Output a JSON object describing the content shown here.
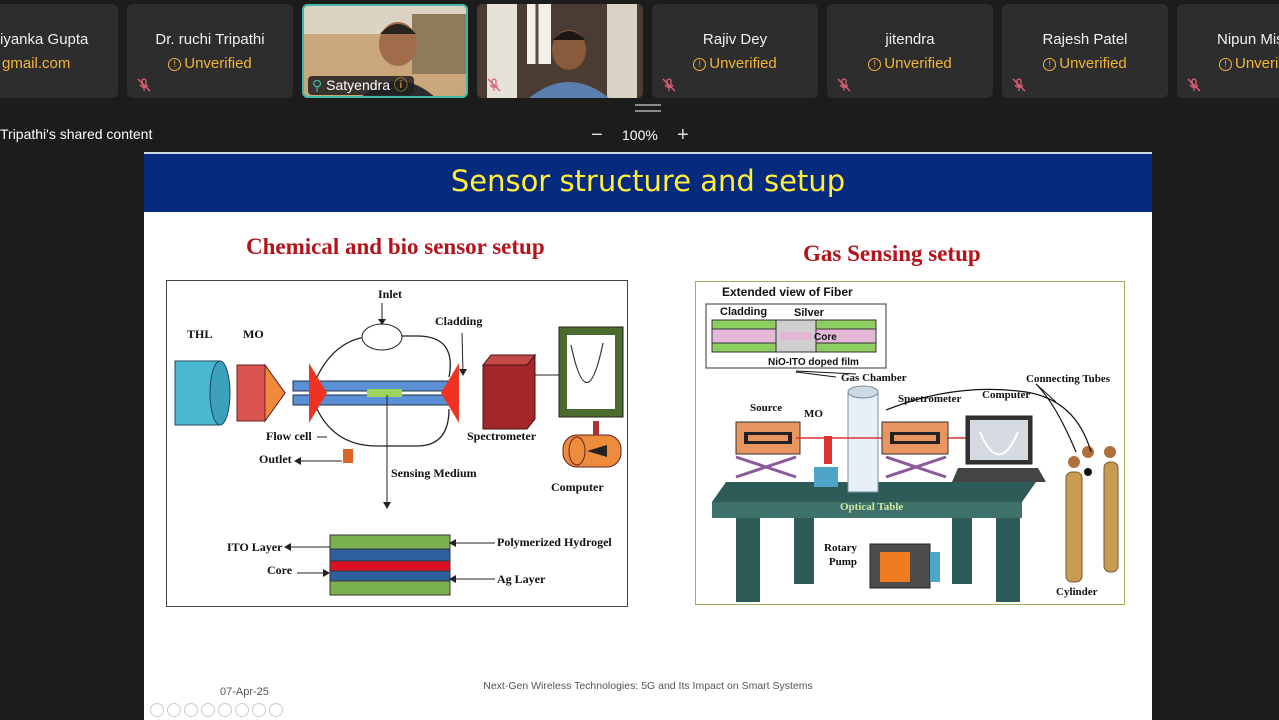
{
  "participants": [
    {
      "name": "iyanka Gupta",
      "status": "gmail.com",
      "status_icon": false
    },
    {
      "name": "Dr. ruchi Tripathi",
      "status": "Unverified",
      "status_icon": true
    },
    {
      "name": "Satyendra",
      "video": true,
      "active": true
    },
    {
      "name": "",
      "video": true
    },
    {
      "name": "Rajiv Dey",
      "status": "Unverified",
      "status_icon": true
    },
    {
      "name": "jitendra",
      "status": "Unverified",
      "status_icon": true
    },
    {
      "name": "Rajesh Patel",
      "status": "Unverified",
      "status_icon": true
    },
    {
      "name": "Nipun Mis",
      "status": "Unveri",
      "status_icon": true
    }
  ],
  "share": {
    "label": "Tripathi's shared content"
  },
  "zoom": {
    "minus": "−",
    "value": "100%",
    "plus": "+"
  },
  "slide": {
    "title": "Sensor structure and setup",
    "left_title": "Chemical and bio sensor setup",
    "right_title": "Gas Sensing setup",
    "left_labels": {
      "thl": "THL",
      "mo": "MO",
      "inlet": "Inlet",
      "cladding": "Cladding",
      "flow_cell": "Flow cell",
      "outlet": "Outlet",
      "sensing_medium": "Sensing Medium",
      "spectrometer": "Spectrometer",
      "computer": "Computer",
      "ito_layer": "ITO Layer",
      "core": "Core",
      "polymerized_hydrogel": "Polymerized Hydrogel",
      "ag_layer": "Ag Layer"
    },
    "right_labels": {
      "extended_view": "Extended view of Fiber",
      "cladding": "Cladding",
      "silver": "Silver",
      "core": "Core",
      "nio_ito": "NiO-ITO doped film",
      "gas_chamber": "Gas Chamber",
      "connecting_tubes": "Connecting Tubes",
      "spectrometer": "Spectrometer",
      "computer": "Computer",
      "source": "Source",
      "mo": "MO",
      "optical_table": "Optical Table",
      "rotary_pump": "Rotary\nPump",
      "cylinder": "Cylinder"
    },
    "footer_date": "07-Apr-25",
    "footer_text": "Next-Gen Wireless Technologies: 5G and Its Impact on Smart Systems"
  },
  "colors": {
    "header_bg": "#062a7e",
    "title": "#ffef3b",
    "section_title": "#b5121b",
    "warn": "#f2b43a",
    "active_outline": "#3fb8a8"
  }
}
